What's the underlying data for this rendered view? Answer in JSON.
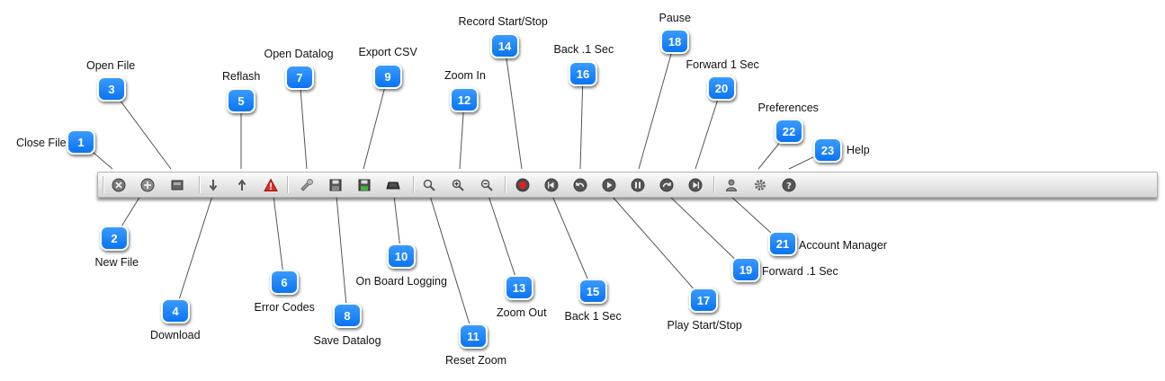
{
  "callouts": [
    {
      "num": "1",
      "label": "Close File"
    },
    {
      "num": "2",
      "label": "New File"
    },
    {
      "num": "3",
      "label": "Open File"
    },
    {
      "num": "4",
      "label": "Download"
    },
    {
      "num": "5",
      "label": "Reflash"
    },
    {
      "num": "6",
      "label": "Error Codes"
    },
    {
      "num": "7",
      "label": "Open Datalog"
    },
    {
      "num": "8",
      "label": "Save Datalog"
    },
    {
      "num": "9",
      "label": "Export CSV"
    },
    {
      "num": "10",
      "label": "On Board Logging"
    },
    {
      "num": "11",
      "label": "Reset Zoom"
    },
    {
      "num": "12",
      "label": "Zoom In"
    },
    {
      "num": "13",
      "label": "Zoom Out"
    },
    {
      "num": "14",
      "label": "Record Start/Stop"
    },
    {
      "num": "15",
      "label": "Back 1 Sec"
    },
    {
      "num": "16",
      "label": "Back .1 Sec"
    },
    {
      "num": "17",
      "label": "Play Start/Stop"
    },
    {
      "num": "18",
      "label": "Pause"
    },
    {
      "num": "19",
      "label": "Forward .1 Sec"
    },
    {
      "num": "20",
      "label": "Forward 1 Sec"
    },
    {
      "num": "21",
      "label": "Account Manager"
    },
    {
      "num": "22",
      "label": "Preferences"
    },
    {
      "num": "23",
      "label": "Help"
    }
  ],
  "colors": {
    "badge": "#0a74f2",
    "line": "#555555"
  }
}
